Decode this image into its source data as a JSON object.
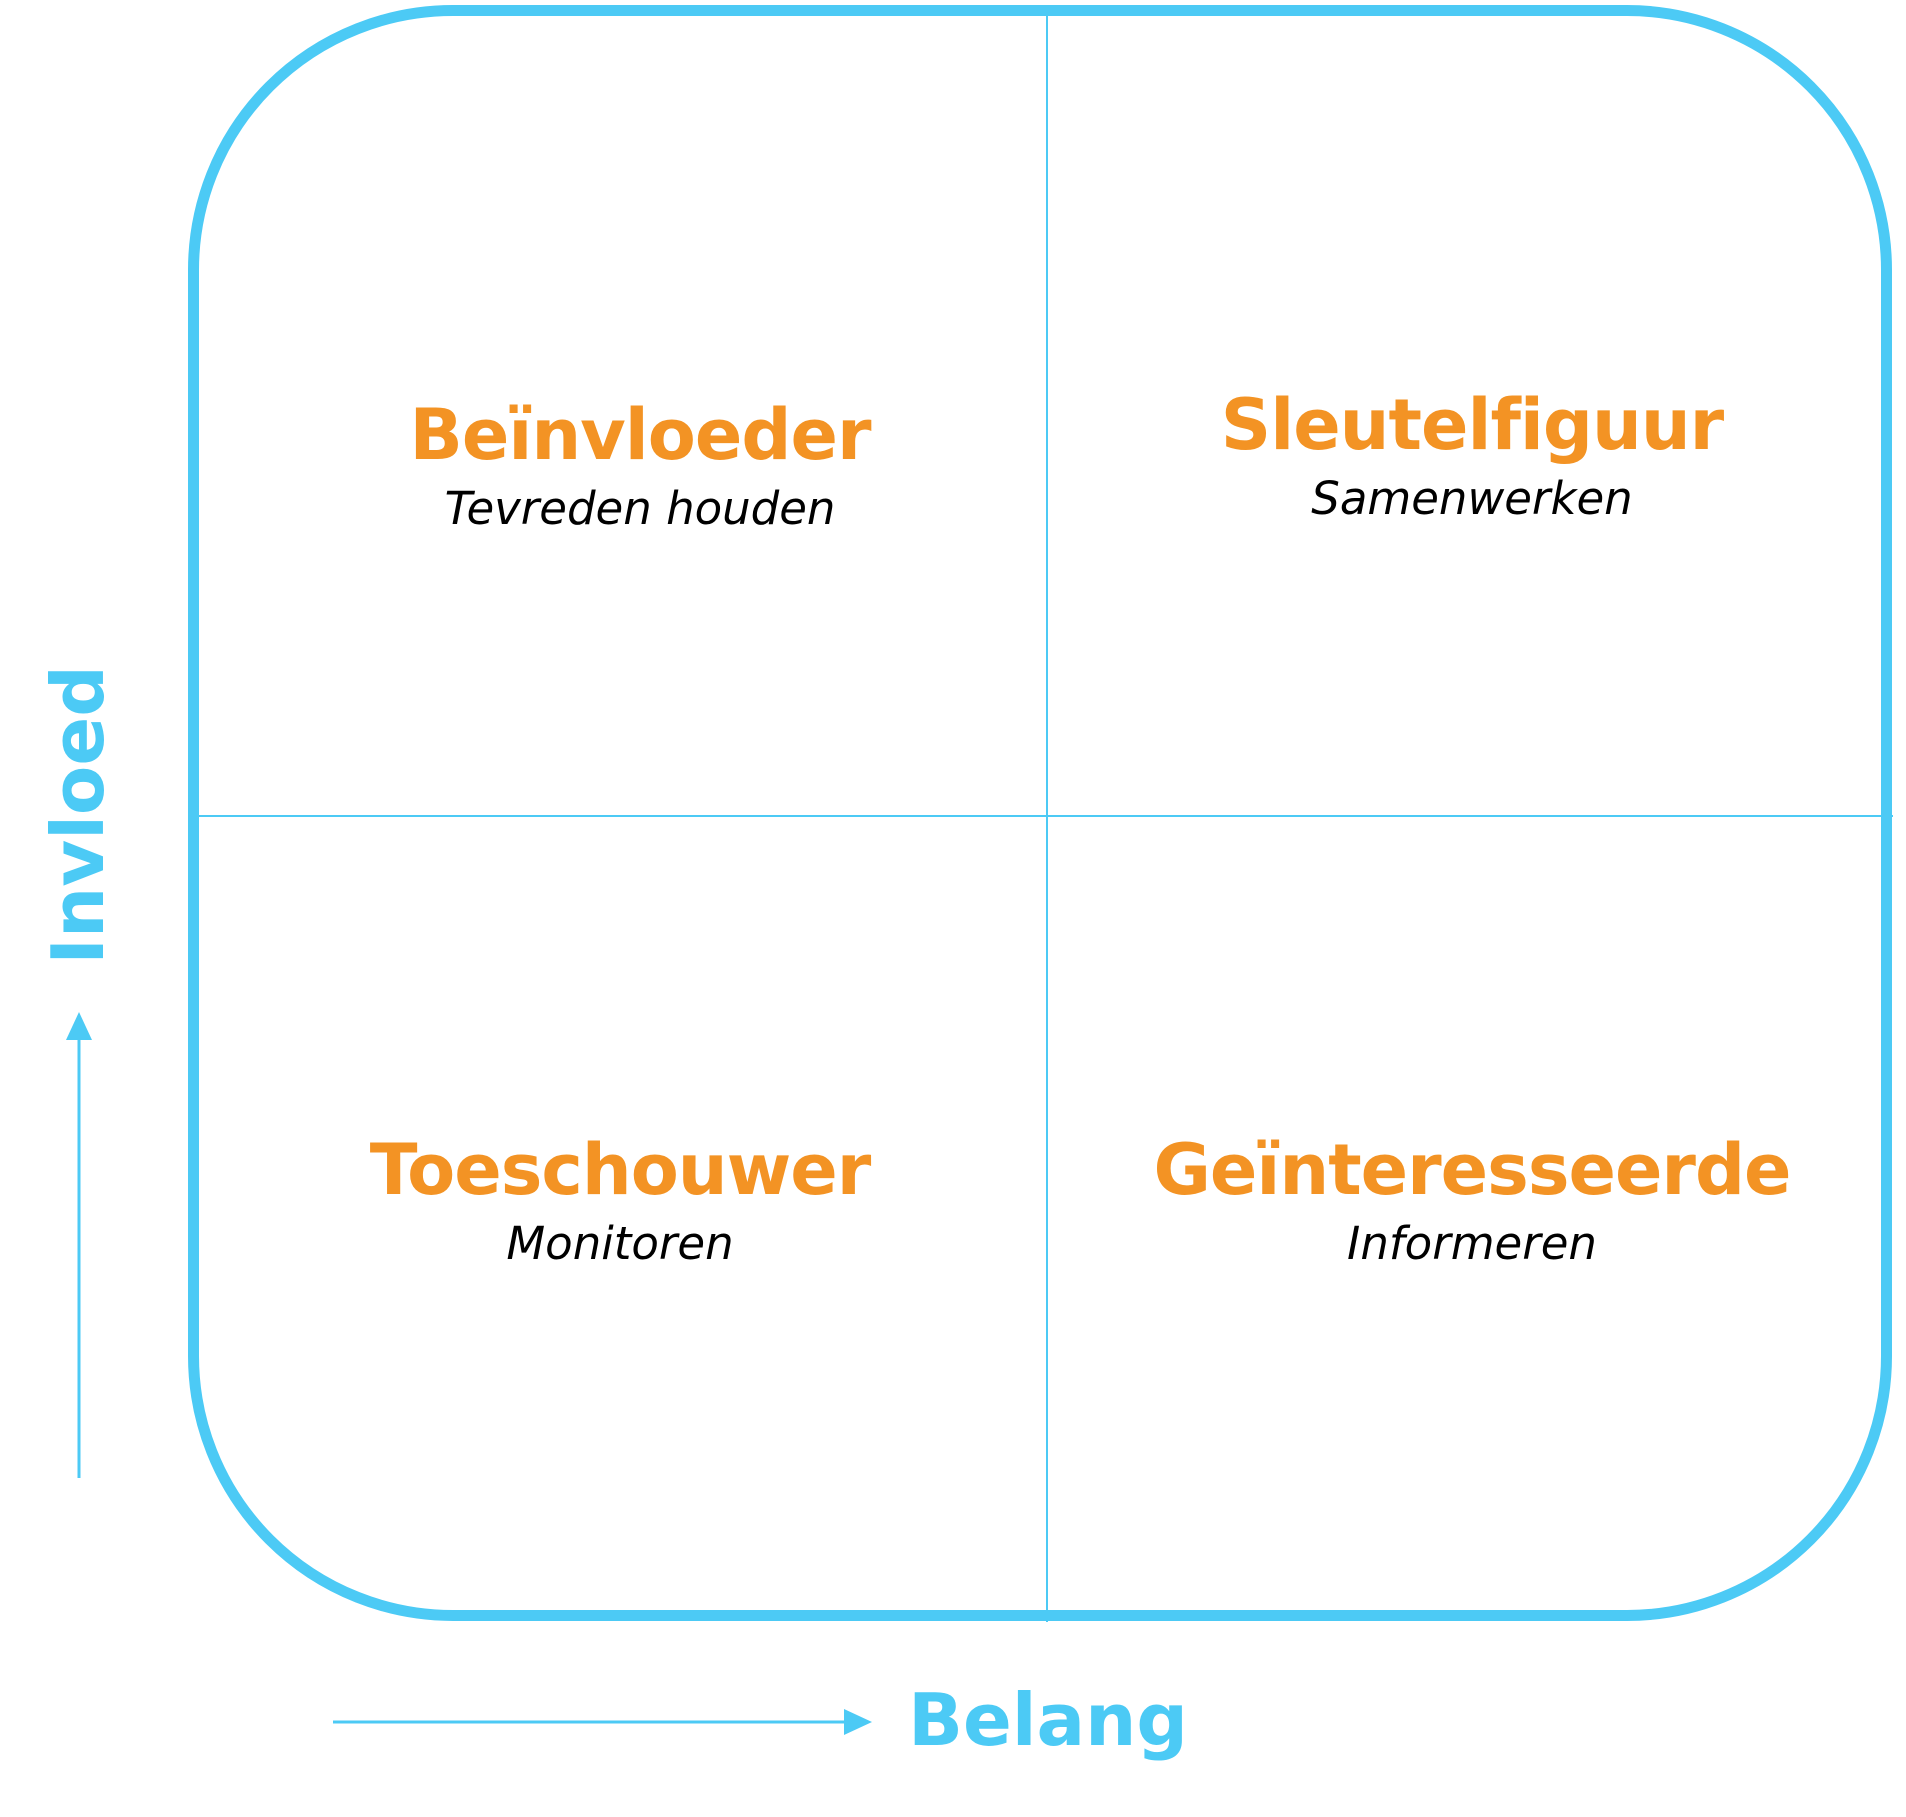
{
  "colors": {
    "frame": "#4ccaf5",
    "axis": "#4ccaf5",
    "title": "#f39324",
    "subtitle": "#000000"
  },
  "axes": {
    "x_label": "Belang",
    "y_label": "Invloed"
  },
  "quadrants": {
    "top_left": {
      "title": "Beïnvloeder",
      "subtitle": "Tevreden houden"
    },
    "top_right": {
      "title": "Sleutelfiguur",
      "subtitle": "Samenwerken"
    },
    "bottom_left": {
      "title": "Toeschouwer",
      "subtitle": "Monitoren"
    },
    "bottom_right": {
      "title": "Geïnteresseerde",
      "subtitle": "Informeren"
    }
  }
}
